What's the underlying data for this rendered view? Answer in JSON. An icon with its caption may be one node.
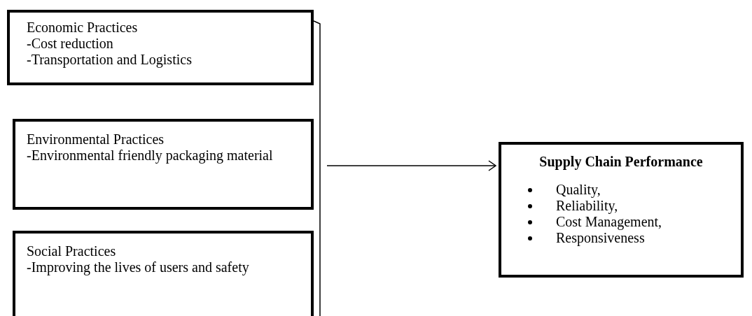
{
  "diagram": {
    "nodes": [
      {
        "text": [
          "Economic Practices",
          "-Cost reduction",
          "-Transportation and Logistics"
        ]
      },
      {
        "text": [
          "Environmental Practices",
          "-Environmental friendly packaging material"
        ]
      },
      {
        "text": [
          "Social Practices",
          "-Improving the lives of users and safety"
        ]
      },
      {
        "text": [
          "Supply Chain Performance",
          "Quality,",
          "Reliability,",
          "Cost Management,",
          "Responsiveness"
        ]
      }
    ],
    "edges": [
      {
        "from": null,
        "to": 3,
        "arrow": "to"
      }
    ]
  }
}
